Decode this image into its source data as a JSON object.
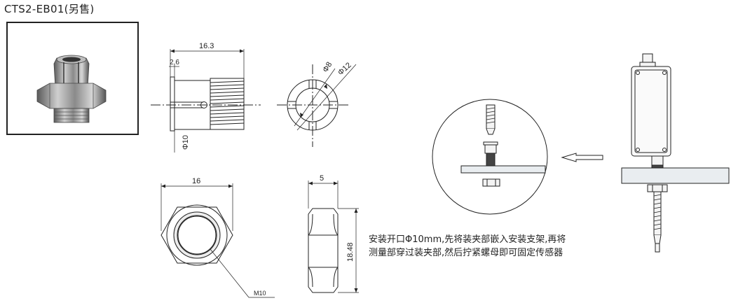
{
  "title": "CTS2-EB01(另售)",
  "dimensions": {
    "collet_length": "16.3",
    "collet_flange": "2.6",
    "collet_diameter": "Φ10",
    "end_inner_diameter": "Φ8",
    "end_outer_diameter": "Φ12",
    "nut_width": "16",
    "nut_thickness": "5",
    "nut_corner": "18.48",
    "nut_thread": "M10"
  },
  "note": {
    "line1": "安装开口Φ10mm,先将装夹部嵌入安装支架,再将",
    "line2": "测量部穿过装夹部,然后拧紧螺母即可固定传感器"
  },
  "colors": {
    "line": "#222222",
    "metal": "#9a9a9a",
    "plate": "#e9edf0"
  }
}
